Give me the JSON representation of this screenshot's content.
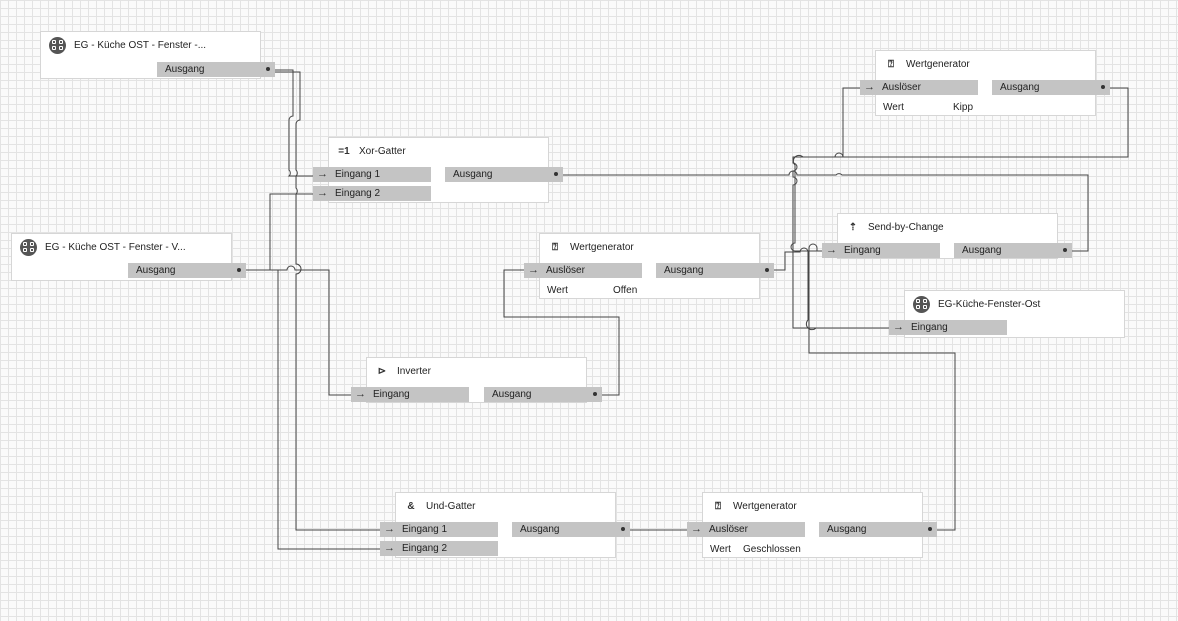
{
  "nodes": {
    "kuche_fenster_top": {
      "title": "EG - Küche OST  - Fenster  -...",
      "icon": "device-grid-icon",
      "out_label": "Ausgang"
    },
    "kuche_fenster_left": {
      "title": "EG - Küche OST  - Fenster -  V...",
      "icon": "device-grid-icon",
      "out_label": "Ausgang"
    },
    "xor": {
      "title": "Xor-Gatter",
      "icon": "xor-icon",
      "icon_glyph": "=1",
      "in1": "Eingang 1",
      "in2": "Eingang 2",
      "out_label": "Ausgang"
    },
    "wert_offen": {
      "title": "Wertgenerator",
      "icon": "value-generator-icon",
      "icon_glyph": "⍰",
      "in1": "Auslöser",
      "out_label": "Ausgang",
      "param_name": "Wert",
      "param_value": "Offen"
    },
    "inverter": {
      "title": "Inverter",
      "icon": "inverter-icon",
      "icon_glyph": "⊳",
      "in1": "Eingang",
      "out_label": "Ausgang"
    },
    "und": {
      "title": "Und-Gatter",
      "icon": "and-icon",
      "icon_glyph": "&",
      "in1": "Eingang 1",
      "in2": "Eingang 2",
      "out_label": "Ausgang"
    },
    "wert_geschlossen": {
      "title": "Wertgenerator",
      "icon": "value-generator-icon",
      "icon_glyph": "⍰",
      "in1": "Auslöser",
      "out_label": "Ausgang",
      "param_name": "Wert",
      "param_value": "Geschlossen"
    },
    "wert_kipp": {
      "title": "Wertgenerator",
      "icon": "value-generator-icon",
      "icon_glyph": "⍰",
      "in1": "Auslöser",
      "out_label": "Ausgang",
      "param_name": "Wert",
      "param_value": "Kipp"
    },
    "send_by_change": {
      "title": "Send-by-Change",
      "icon": "send-by-change-icon",
      "icon_glyph": "⇡",
      "in1": "Eingang",
      "out_label": "Ausgang"
    },
    "kuche_fenster_ost": {
      "title": "EG-Küche-Fenster-Ost",
      "icon": "device-grid-icon",
      "in1": "Eingang"
    }
  },
  "colors": {
    "port": "#c4c4c4",
    "wire": "#444444",
    "node_border": "#d6d6d6",
    "grid": "#e3e3e3",
    "icon_dark": "#555555"
  }
}
